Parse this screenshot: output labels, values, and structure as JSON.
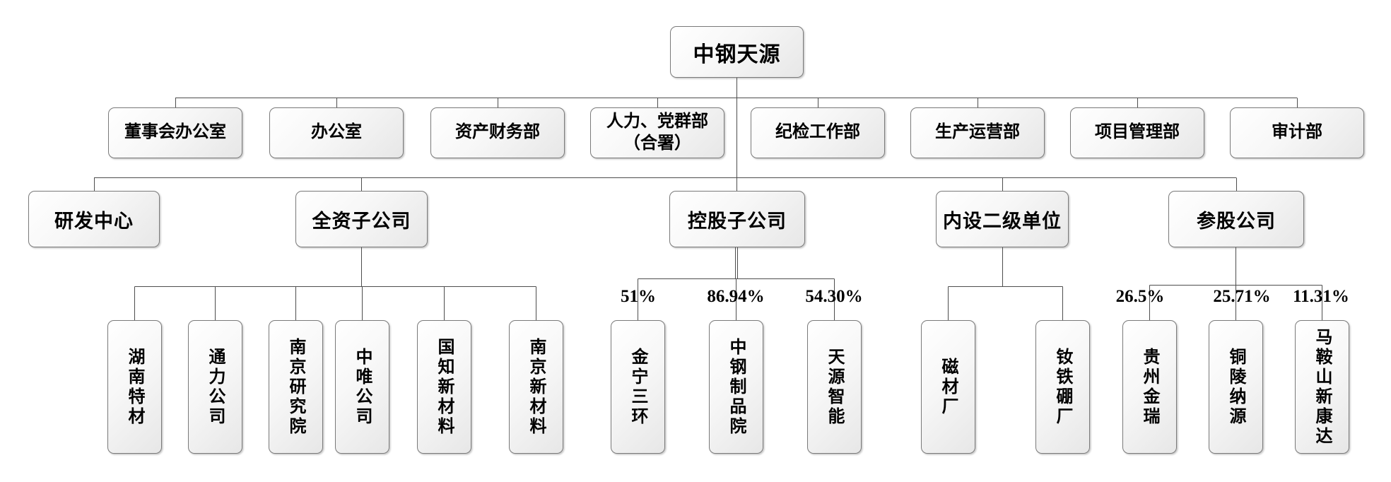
{
  "org": {
    "root": "中钢天源",
    "departments": [
      "董事会办公室",
      "办公室",
      "资产财务部",
      "人力、党群部\n（合署）",
      "纪检工作部",
      "生产运营部",
      "项目管理部",
      "审计部"
    ],
    "categories": [
      "研发中心",
      "全资子公司",
      "控股子公司",
      "内设二级单位",
      "参股公司"
    ],
    "wholly_owned": [
      "湖南特材",
      "通力公司",
      "南京研究院",
      "中唯公司",
      "国知新材料",
      "南京新材料"
    ],
    "holding": [
      {
        "name": "金宁三环",
        "stake": "51%"
      },
      {
        "name": "中钢制品院",
        "stake": "86.94%"
      },
      {
        "name": "天源智能",
        "stake": "54.30%"
      }
    ],
    "internal_units": [
      "磁材厂",
      "钕铁硼厂"
    ],
    "equity": [
      {
        "name": "贵州金瑞",
        "stake": "26.5%"
      },
      {
        "name": "铜陵纳源",
        "stake": "25.71%"
      },
      {
        "name": "马鞍山新康达",
        "stake": "11.31%"
      }
    ],
    "colors": {
      "line": "#4d4d4d",
      "box_border": "#7a7a7a",
      "box_fill_top": "#ffffff",
      "box_fill_bottom": "#e7e7e7",
      "text": "#000000"
    }
  }
}
